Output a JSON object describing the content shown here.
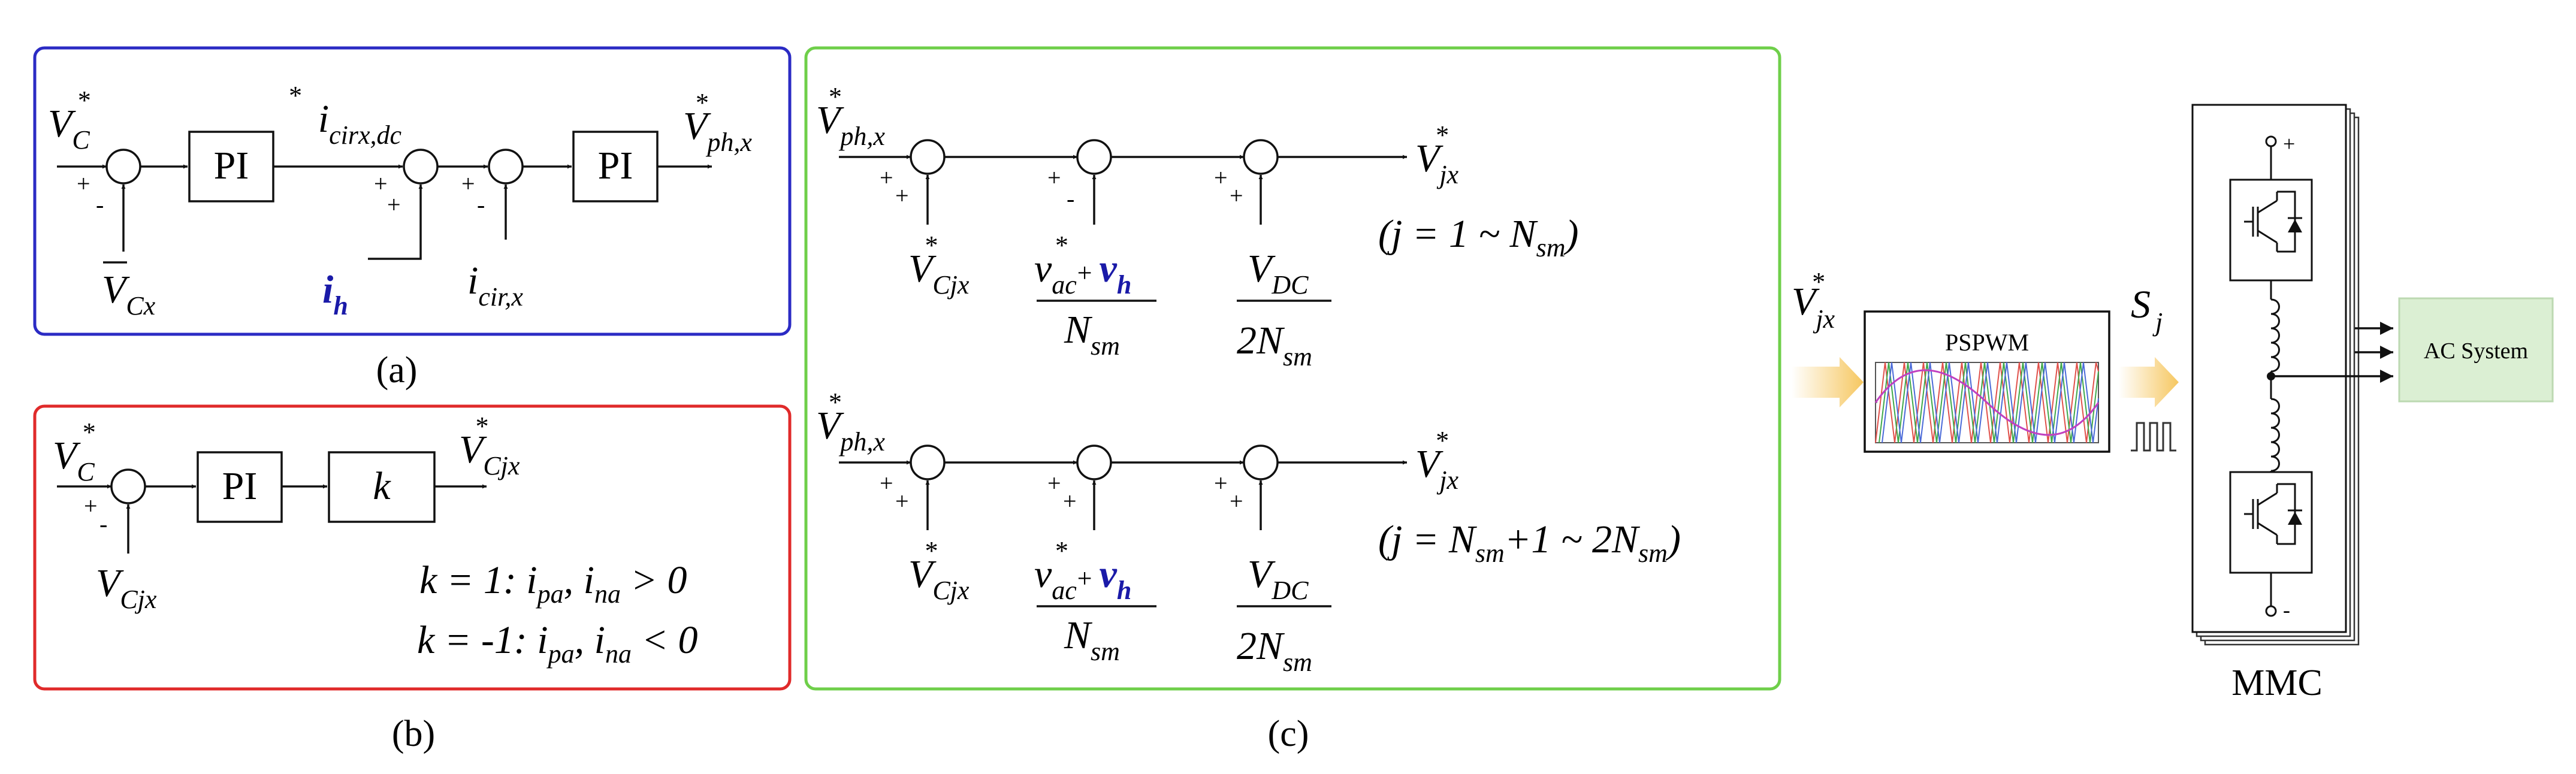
{
  "colors": {
    "panel_a": "#2b2bc4",
    "panel_b": "#e02a2a",
    "panel_c": "#6fcf4a",
    "highlight": "#1a1aa8",
    "ac_system_fill": "#dbefd3",
    "arrow_fill": "#f6d27a"
  },
  "panel_a": {
    "caption": "(a)",
    "pi_1": "PI",
    "pi_2": "PI",
    "in_ref": {
      "base": "V",
      "sub": "C",
      "sup": "*"
    },
    "in_fb": {
      "base": "V",
      "sub": "Cx"
    },
    "mid_ref": {
      "base": "i",
      "sub": "cirx,dc",
      "sup": "*"
    },
    "ih": {
      "base": "i",
      "sub": "h"
    },
    "icir": {
      "base": "i",
      "sub": "cir,x"
    },
    "out": {
      "base": "V",
      "sub": "ph,x",
      "sup": "*"
    }
  },
  "panel_b": {
    "caption": "(b)",
    "pi": "PI",
    "k_block": "k",
    "in_ref": {
      "base": "V",
      "sub": "C",
      "sup": "*"
    },
    "in_fb": {
      "base": "V",
      "sub": "Cjx"
    },
    "out": {
      "base": "V",
      "sub": "Cjx",
      "sup": "*"
    },
    "rule_1": {
      "k": "k = 1: i",
      "s1": "pa",
      "mid": ", i",
      "s2": "na",
      "tail": " > 0"
    },
    "rule_2": {
      "k": "k = -1: i",
      "s1": "pa",
      "mid": ", i",
      "s2": "na",
      "tail": " < 0"
    }
  },
  "panel_c": {
    "caption": "(c)",
    "in": {
      "base": "V",
      "sub": "ph,x",
      "sup": "*"
    },
    "cjx": {
      "base": "V",
      "sub": "Cjx",
      "sup": "*"
    },
    "vac": {
      "base": "v",
      "sub": "ac",
      "sup": "*"
    },
    "plus": "+",
    "vh": {
      "base": "v",
      "sub": "h"
    },
    "nsm": {
      "base": "N",
      "sub": "sm"
    },
    "vdc": {
      "base": "V",
      "sub": "DC"
    },
    "two_nsm": {
      "base": "2N",
      "sub": "sm"
    },
    "out": {
      "base": "V",
      "sub": "jx",
      "sup": "*"
    },
    "range_1": {
      "pre": "(j = 1 ~ N",
      "sub": "sm",
      "post": ")"
    },
    "range_2": {
      "pre": "(j = N",
      "sub1": "sm",
      "mid": "+1 ~ 2N",
      "sub2": "sm",
      "post": ")"
    }
  },
  "right": {
    "vjx": {
      "base": "V",
      "sub": "jx",
      "sup": "*"
    },
    "pspwm": "PSPWM",
    "sj": {
      "base": "S",
      "sub": "j"
    },
    "ac_system": "AC System",
    "mmc": "MMC",
    "plus": "+",
    "minus": "-"
  }
}
